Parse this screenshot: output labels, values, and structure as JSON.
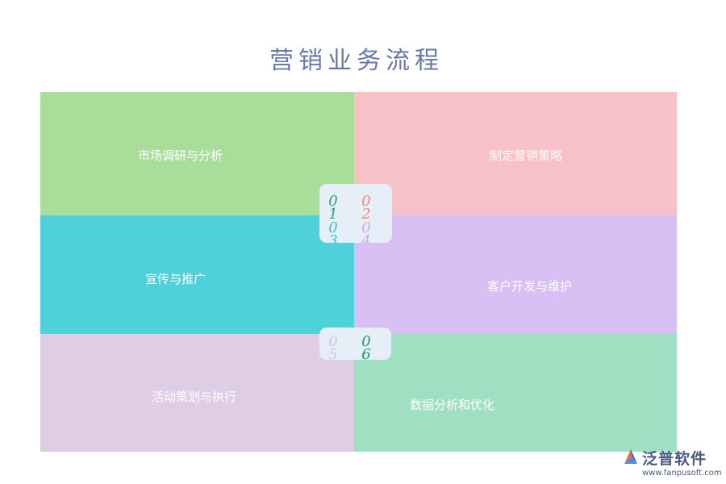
{
  "title": "营销业务流程",
  "colors": {
    "title": "#6a78a8",
    "cell1": "#a8de9a",
    "cell2": "#f7c1c8",
    "cell3": "#4ed1db",
    "cell4": "#d8bff4",
    "cell5": "#dfcde6",
    "cell6": "#9fe0c3",
    "badge": "#e6eef8"
  },
  "steps": [
    {
      "label": "市场调研与分析",
      "number": "01",
      "number_color": "#2e9e72"
    },
    {
      "label": "制定营销策略",
      "number": "02",
      "number_color": "#f08a6e"
    },
    {
      "label": "宣传与推广",
      "number": "03",
      "number_color": "#34c3cf"
    },
    {
      "label": "客户开发与维护",
      "number": "04",
      "number_color": "#c9aee6"
    },
    {
      "label": "活动策划与执行",
      "number": "05",
      "number_color": "#cfc3e3"
    },
    {
      "label": "数据分析和优化",
      "number": "06",
      "number_color": "#1f9a70"
    }
  ],
  "logo": {
    "name": "泛普软件",
    "url": "www.fanpusoft.com"
  }
}
